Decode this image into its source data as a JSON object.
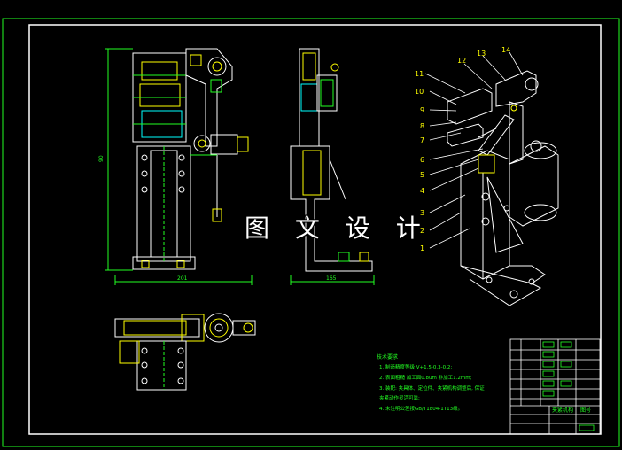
{
  "watermark": "图 文 设 计",
  "dimensions": {
    "height_front": "90",
    "width_front": "201",
    "width_side": "165"
  },
  "callouts": [
    "1",
    "2",
    "3",
    "4",
    "5",
    "6",
    "7",
    "8",
    "9",
    "10",
    "11",
    "12",
    "13",
    "14"
  ],
  "notes": {
    "heading": "技术要求",
    "lines": [
      "1. 制造精度等级 V+1.5-0.3-0.2;",
      "2. 表面粗糙 加工面0.8um 非加工1.2mm;",
      "3. 装配: 夹具体、定位件、夹紧机构调整后, 保证",
      "   夹紧动作灵活可靠;",
      "4. 未注明公差按GB/T1804-1T13级。"
    ]
  },
  "title_block": {
    "title_text": "夹紧机构",
    "code_text": "图号"
  },
  "colors": {
    "outline": "#ffffff",
    "green": "#22ff22",
    "yellow": "#ffff00",
    "cyan": "#00ffff",
    "background": "#000000"
  }
}
